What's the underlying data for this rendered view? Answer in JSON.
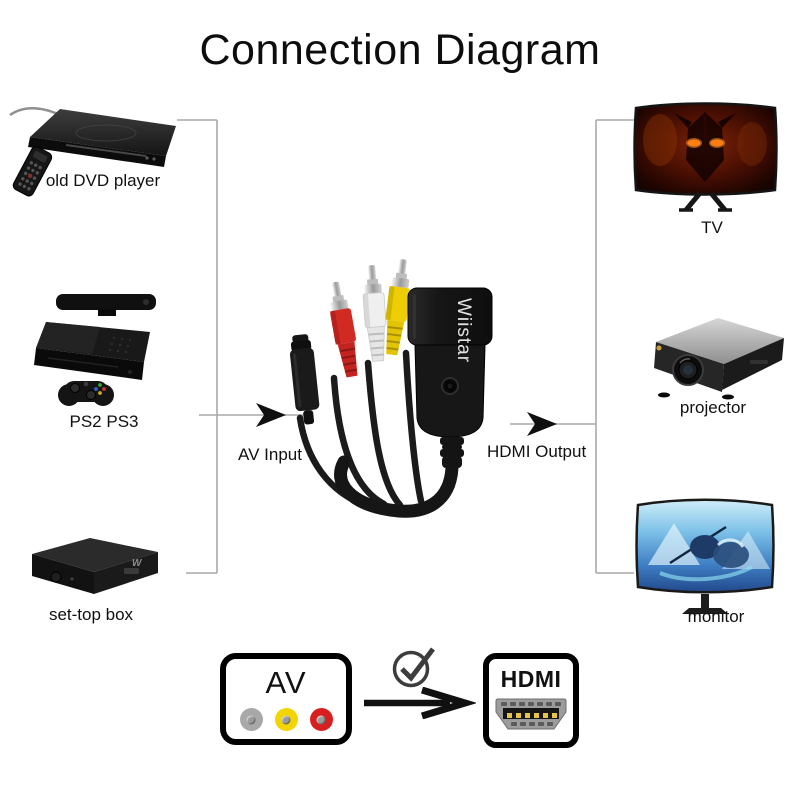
{
  "title": "Connection Diagram",
  "input_devices": [
    {
      "id": "dvd",
      "label": "old DVD player"
    },
    {
      "id": "console",
      "label": "PS2 PS3"
    },
    {
      "id": "settop",
      "label": "set-top box"
    }
  ],
  "output_devices": [
    {
      "id": "tv",
      "label": "TV"
    },
    {
      "id": "projector",
      "label": "projector"
    },
    {
      "id": "monitor",
      "label": "monitor"
    }
  ],
  "converter": {
    "brand": "Wiistar",
    "input_label": "AV Input",
    "output_label": "HDMI Output"
  },
  "legend": {
    "av": "AV",
    "hdmi": "HDMI",
    "check_icon": "checkmark-circle-icon",
    "arrow_icon": "right-arrow-icon"
  },
  "colors": {
    "ink": "#111111",
    "line_gray": "#a9a9a9",
    "rca_white_gray": "#a8a8a8",
    "rca_yellow": "#f2d500",
    "rca_red": "#d81f1f",
    "hdmi_connector_gray": "#9c9c9c",
    "pin_gold": "#e6c34a"
  }
}
